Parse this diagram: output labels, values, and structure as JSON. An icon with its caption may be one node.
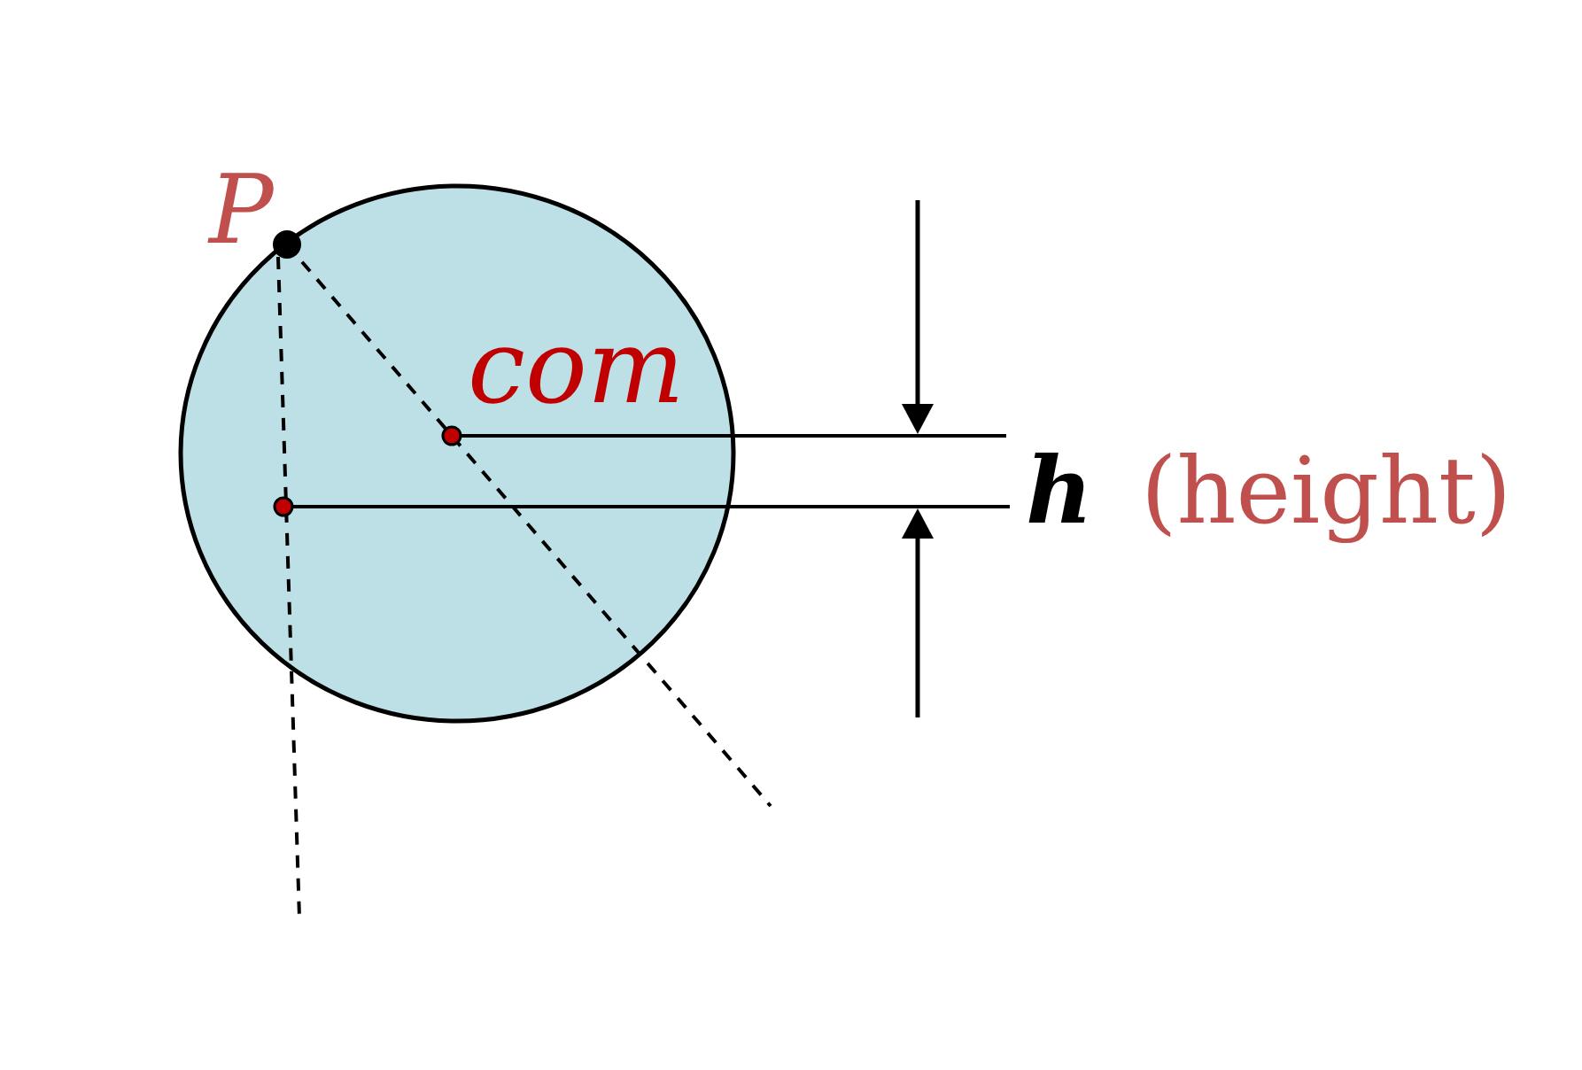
{
  "diagram": {
    "labels": [
      "P",
      "com",
      "h",
      "(height)"
    ]
  }
}
